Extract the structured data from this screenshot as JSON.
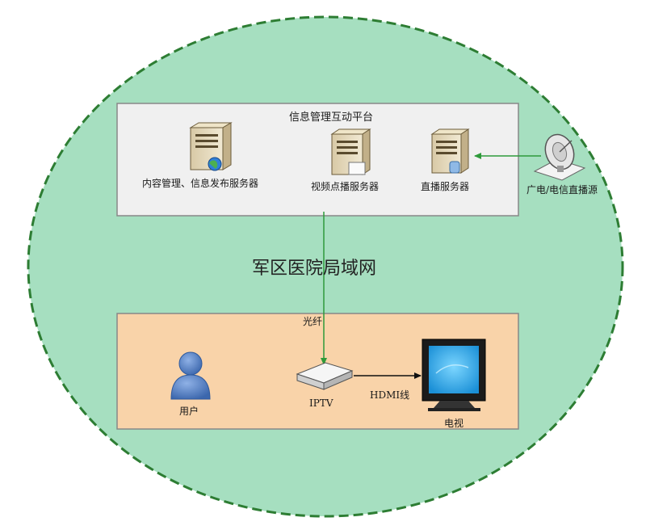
{
  "diagram": {
    "platform_title": "信息管理互动平台",
    "server_content": "内容管理、信息发布服务器",
    "server_vod": "视频点播服务器",
    "server_live": "直播服务器",
    "broadcast_source": "广电/电信直播源",
    "network_name": "军区医院局域网",
    "fiber": "光纤",
    "user": "用户",
    "iptv": "IPTV",
    "hdmi": "HDMI线",
    "tv": "电视"
  },
  "colors": {
    "network_fill": "#a6dfc0",
    "network_border": "#2d7d33",
    "platform_fill": "#f0f0f0",
    "user_zone_fill": "#f9d3a9",
    "link_green": "#2e9a3a",
    "user_blue": "#4f7fc4",
    "tv_screen": "#2aa9e8"
  }
}
